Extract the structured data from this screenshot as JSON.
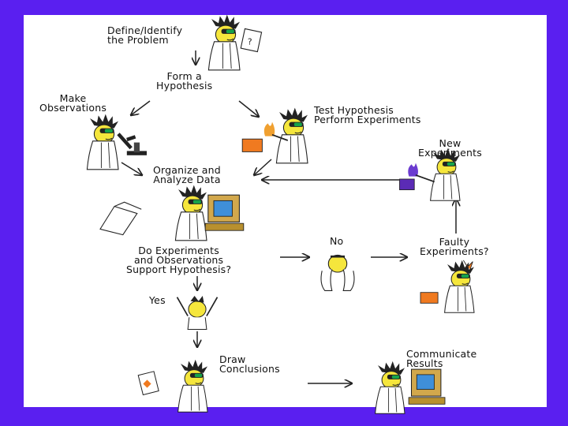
{
  "diagram": {
    "steps": {
      "define": "Define/Identify\nthe Problem",
      "hypothesis": "Form a\nHypothesis",
      "observe": "Make\nObservations",
      "test": "Test Hypothesis\nPerform Experiments",
      "organize": "Organize and\nAnalyze Data",
      "new_experiments": "New\nExperiments",
      "support": "Do Experiments\nand Observations\nSupport Hypothesis?",
      "no": "No",
      "faulty": "Faulty\nExperiments?",
      "yes": "Yes",
      "conclusions": "Draw\nConclusions",
      "communicate": "Communicate\nResults"
    },
    "colors": {
      "frame": "#5a1ff0",
      "panel": "#ffffff",
      "skin": "#f5e63c",
      "goggles": "#16a34a",
      "flask_orange": "#f07a20",
      "flask_purple": "#5b2bb5",
      "monitor": "#d2a84c",
      "screen": "#3f8fd9"
    }
  }
}
